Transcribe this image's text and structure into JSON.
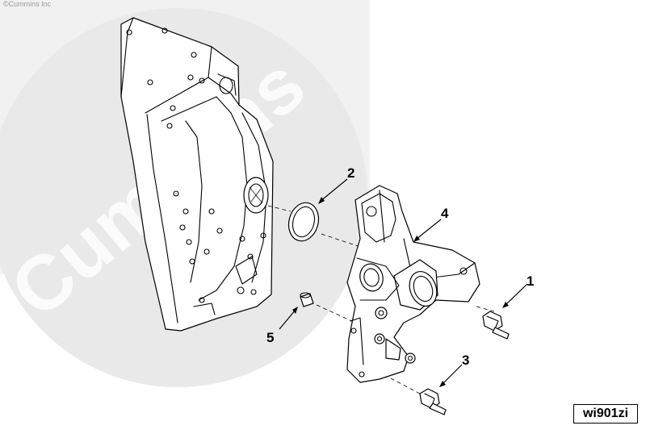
{
  "watermark": {
    "copyright": "©Cummins Inc",
    "brand": "Cummins"
  },
  "figure_id": "wi901zi",
  "callouts": [
    {
      "number": "1",
      "part": "capscrew (upper)"
    },
    {
      "number": "2",
      "part": "sealing ring"
    },
    {
      "number": "3",
      "part": "capscrew (lower)"
    },
    {
      "number": "4",
      "part": "thermostat housing"
    },
    {
      "number": "5",
      "part": "dowel pin"
    }
  ],
  "colors": {
    "line": "#000000",
    "watermark": "#ececec",
    "background": "#ffffff"
  }
}
